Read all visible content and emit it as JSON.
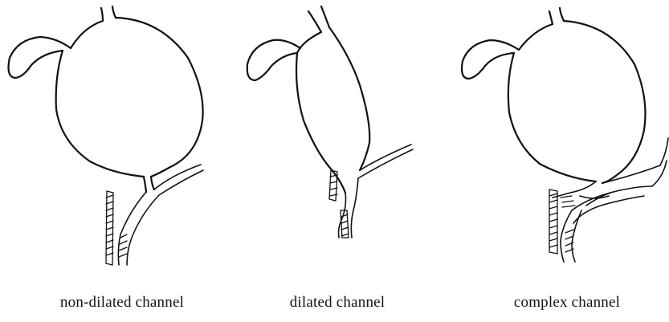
{
  "captions": {
    "non_dilated": "non-dilated channel",
    "dilated": "dilated channel",
    "complex": "complex channel"
  },
  "colors": {
    "ink": "#111111",
    "background": "#ffffff"
  }
}
